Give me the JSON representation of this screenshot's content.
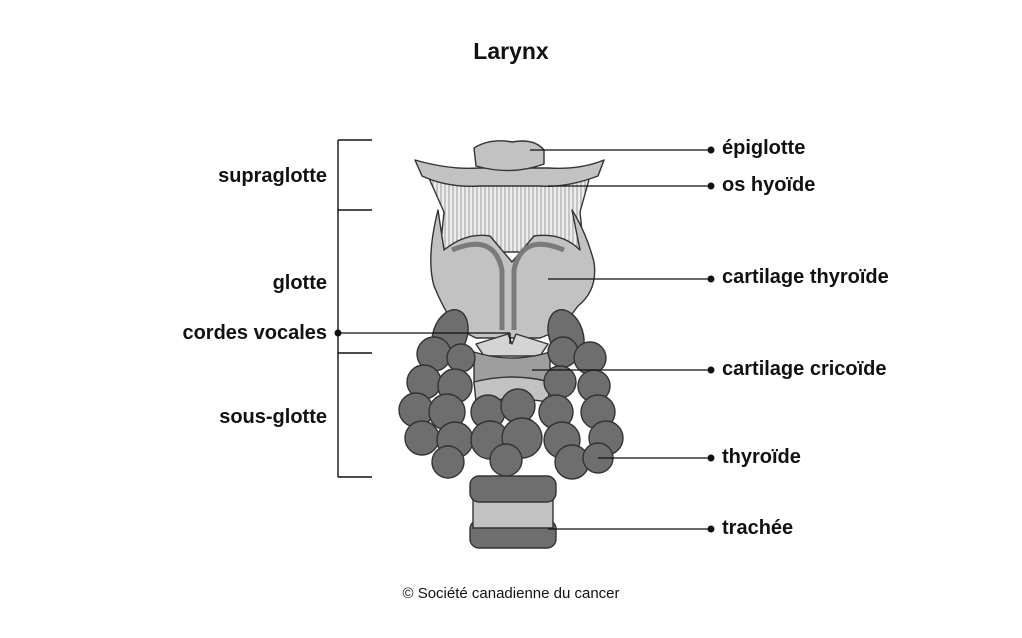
{
  "title": "Larynx",
  "labels": {
    "right": [
      "épiglotte",
      "os hyoïde",
      "cartilage thyroïde",
      "cartilage cricoïde",
      "thyroïde",
      "trachée"
    ],
    "left": [
      "supraglotte",
      "glotte",
      "cordes vocales",
      "sous-glotte"
    ]
  },
  "copyright": "© Société canadienne du cancer",
  "colors": {
    "light_cartilage": "#c2c2c2",
    "mid_gray": "#9e9e9e",
    "dark_gland": "#6e6e6e",
    "outline": "#333333"
  }
}
